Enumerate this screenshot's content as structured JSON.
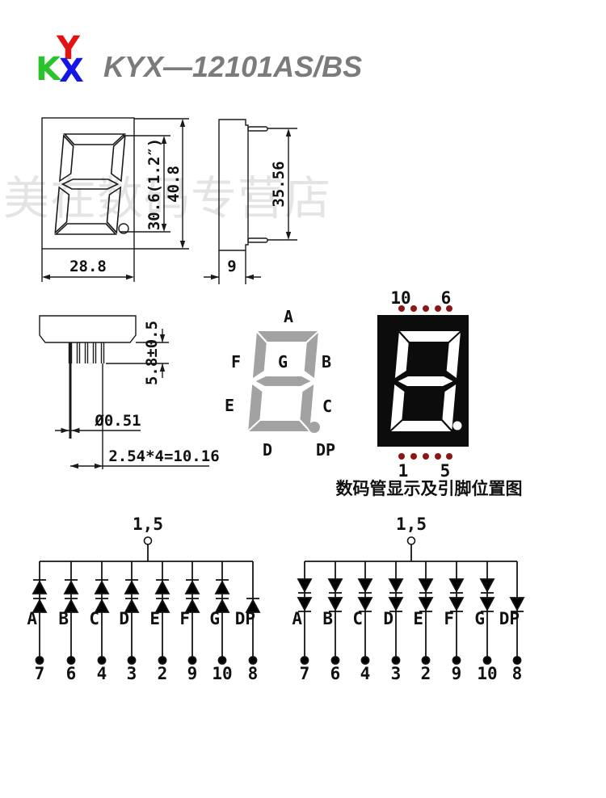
{
  "header": {
    "logo_y": "Y",
    "logo_k": "K",
    "logo_x": "X",
    "title": "KYX—12101AS/BS"
  },
  "watermark": "美在数码专营店",
  "front_view": {
    "body_width": "28.8",
    "body_height": "40.8",
    "digit_height": "30.6(1.2″)"
  },
  "side_view": {
    "depth": "9",
    "pin_row_span": "35.56"
  },
  "bottom_view": {
    "pin_standoff": "5.8±0.5",
    "pin_diameter": "Ø0.51",
    "pin_pitch": "2.54*4=10.16"
  },
  "segment_diagram": {
    "a": "A",
    "b": "B",
    "c": "C",
    "d": "D",
    "e": "E",
    "f": "F",
    "g": "G",
    "dp": "DP"
  },
  "display_unit": {
    "pin_top_left": "10",
    "pin_top_right": "6",
    "pin_bottom_left": "1",
    "pin_bottom_right": "5",
    "caption": "数码管显示及引脚位置图"
  },
  "circuits": {
    "common_pins": "1,5",
    "segment_labels": [
      "A",
      "B",
      "C",
      "D",
      "E",
      "F",
      "G",
      "DP"
    ],
    "pin_numbers": [
      "7",
      "6",
      "4",
      "3",
      "2",
      "9",
      "10",
      "8"
    ]
  },
  "colors": {
    "logo_red": "#e31212",
    "logo_green": "#2bc32b",
    "logo_blue": "#1515e6",
    "title_gray": "#7b7b7b",
    "segment_gray": "#a2a2a2",
    "pin_dot_red": "#8c1616",
    "display_black": "#0c0c0c"
  }
}
